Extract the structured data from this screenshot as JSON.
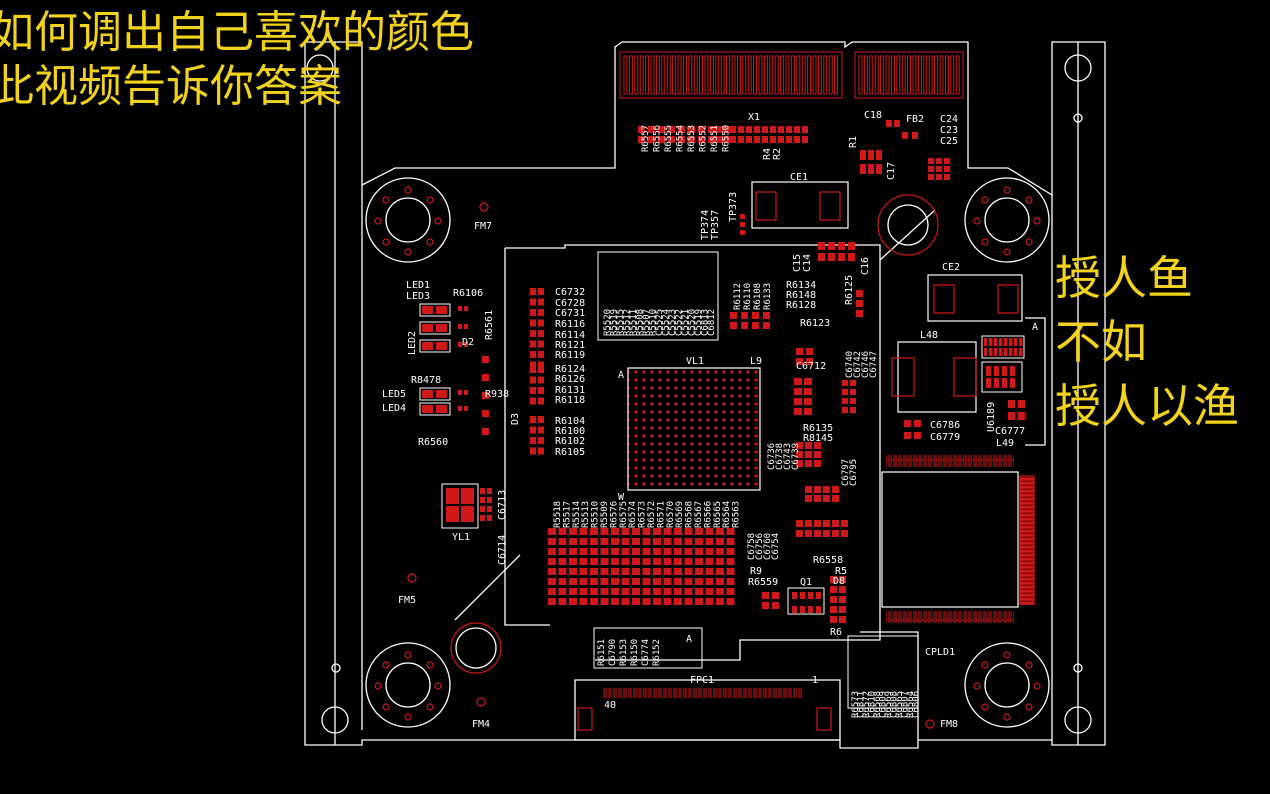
{
  "overlay": {
    "top_line1": "如何调出自己喜欢的颜色",
    "top_line2": "此视频告诉你答案",
    "right_line1": "授人鱼",
    "right_line2": "不如",
    "right_line3": "授人以渔"
  },
  "colors": {
    "background": "#000000",
    "outline": "#ffffff",
    "copper": "#d01818",
    "caption": "#f2d21b"
  },
  "labels": {
    "fm7": "FM7",
    "fm5": "FM5",
    "fm4": "FM4",
    "fm8": "FM8",
    "led1": "LED1",
    "led3": "LED3",
    "led2": "LED2",
    "led5": "LED5",
    "led4": "LED4",
    "r6106": "R6106",
    "r6561": "R6561",
    "d2": "D2",
    "r8478": "R8478",
    "r938": "R938",
    "r6560": "R6560",
    "d3": "D3",
    "yl1_left": "YL1",
    "c6713": "C6713",
    "c6714": "C6714",
    "c6732": "C6732",
    "c6728": "C6728",
    "c6731": "C6731",
    "r6116": "R6116",
    "r6114": "R6114",
    "r6121": "R6121",
    "r6119": "R6119",
    "r6124": "R6124",
    "r6126": "R6126",
    "r6131": "R6131",
    "r6118": "R6118",
    "r6104": "R6104",
    "r6100": "R6100",
    "r6102": "R6102",
    "r6105": "R6105",
    "vl1": "VL1",
    "l9": "L9",
    "pin_a": "A",
    "pin_w": "W",
    "x1": "X1",
    "ce1": "CE1",
    "ce2": "CE2",
    "l48": "L48",
    "l49": "L49",
    "c18": "C18",
    "fb2": "FB2",
    "r1": "R1",
    "c17": "C17",
    "c16": "C16",
    "c15": "C15",
    "c14": "C14",
    "r6125": "R6125",
    "r6123": "R6123",
    "r6134": "R6134",
    "r6148": "R6148",
    "r6128": "R6128",
    "c6712": "C6712",
    "r6135": "R6135",
    "r8145": "R8145",
    "c6786": "C6786",
    "c6779": "C6779",
    "c6777": "C6777",
    "u6189": "U6189",
    "r6558": "R6558",
    "r6559": "R6559",
    "q1": "Q1",
    "d8": "D8",
    "r5": "R5",
    "r6": "R6",
    "r9": "R9",
    "cpld1": "CPLD1",
    "fpc1": "FPC1",
    "fpc_pin40": "40",
    "fpc_pin1": "1",
    "tp374": "TP374",
    "tp357": "TP357",
    "tp373": "TP373",
    "top_resistors": [
      "R6557",
      "R6556",
      "R6555",
      "R6554",
      "R6553",
      "R6552",
      "R6551",
      "R6550"
    ],
    "r4": "R4",
    "r2": "R2",
    "c24": "C24",
    "c23": "C23",
    "c25": "C25",
    "block_mid_top": [
      "R5520",
      "R5519",
      "R5515",
      "R5512",
      "R5511",
      "R5508",
      "R5507",
      "R5510",
      "C5525",
      "C5524",
      "C5523",
      "C5522",
      "C5521",
      "C5520",
      "C5519",
      "C6813",
      "C6812"
    ],
    "block_right_small": [
      "R6112",
      "R6110",
      "R6108",
      "R6133"
    ],
    "block_c67": [
      "C6740",
      "C6742",
      "C6746",
      "C6747"
    ],
    "block_c67b": [
      "C6736",
      "C6738",
      "C6743",
      "C6739"
    ],
    "block_c67c": [
      "C6797",
      "C6795"
    ],
    "block_c67d": [
      "C6758",
      "C6756",
      "C6760",
      "C6754"
    ],
    "block_bottom_r": [
      "R5518",
      "R5517",
      "R5514",
      "R5513",
      "R5510",
      "R5509",
      "R6576",
      "R6575",
      "R6574",
      "R6573",
      "R6572",
      "R6571",
      "R6570",
      "R6569",
      "R6568",
      "R6567",
      "R6566",
      "R6565",
      "R6564",
      "R6563"
    ],
    "block_a_left": [
      "R6151",
      "C6790",
      "R6153",
      "R6150",
      "C6774",
      "R6152"
    ],
    "block_a_label": "A",
    "block_cpld": [
      "R6573",
      "C6811",
      "R6572",
      "C6810",
      "R6568",
      "C6809",
      "R6569",
      "C6808",
      "R6565",
      "C6807",
      "R6564",
      "C6806"
    ],
    "block_a_right": "A"
  }
}
